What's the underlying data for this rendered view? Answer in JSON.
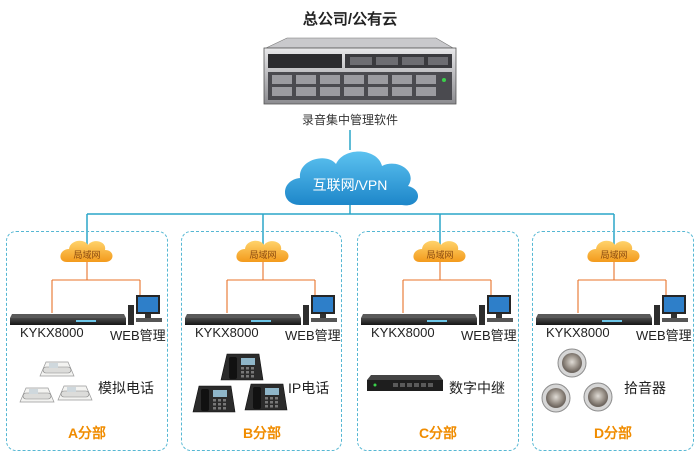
{
  "title": "总公司/公有云",
  "server_label": "录音集中管理软件",
  "internet_label": "互联网/VPN",
  "branches": [
    {
      "name": "A分部",
      "lan": "局域网",
      "device": "KYKX8000",
      "web": "WEB管理",
      "feature": "模拟电话",
      "feature_icon": "analog-phone-icon"
    },
    {
      "name": "B分部",
      "lan": "局域网",
      "device": "KYKX8000",
      "web": "WEB管理",
      "feature": "IP电话",
      "feature_icon": "ip-phone-icon"
    },
    {
      "name": "C分部",
      "lan": "局域网",
      "device": "KYKX8000",
      "web": "WEB管理",
      "feature": "数字中继",
      "feature_icon": "digital-trunk-icon"
    },
    {
      "name": "D分部",
      "lan": "局域网",
      "device": "KYKX8000",
      "web": "WEB管理",
      "feature": "拾音器",
      "feature_icon": "pickup-microphone-icon"
    }
  ],
  "colors": {
    "link": "#2aa6c8",
    "lan_link": "#e8732a",
    "border": "#55b7d3",
    "cloud": "#2a9fd8",
    "lan_cloud": "#f6a623",
    "branch_name": "#f08c00"
  }
}
